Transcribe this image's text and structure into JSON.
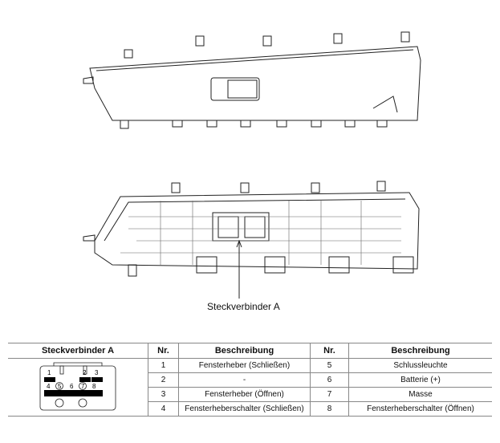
{
  "callout": "Steckverbinder A",
  "table": {
    "headers": [
      "Steckverbinder A",
      "Nr.",
      "Beschreibung",
      "Nr.",
      "Beschreibung"
    ],
    "connector_pins": {
      "top": [
        "1",
        "2",
        "3"
      ],
      "bottom": [
        "4",
        "5",
        "6",
        "7",
        "8"
      ]
    },
    "rows": [
      {
        "nr1": "1",
        "desc1": "Fensterheber (Schließen)",
        "nr2": "5",
        "desc2": "Schlussleuchte"
      },
      {
        "nr1": "2",
        "desc1": "-",
        "nr2": "6",
        "desc2": "Batterie (+)"
      },
      {
        "nr1": "3",
        "desc1": "Fensterheber (Öffnen)",
        "nr2": "7",
        "desc2": "Masse"
      },
      {
        "nr1": "4",
        "desc1": "Fensterheberschalter (Schließen)",
        "nr2": "8",
        "desc2": "Fensterheberschalter (Öffnen)"
      }
    ]
  }
}
